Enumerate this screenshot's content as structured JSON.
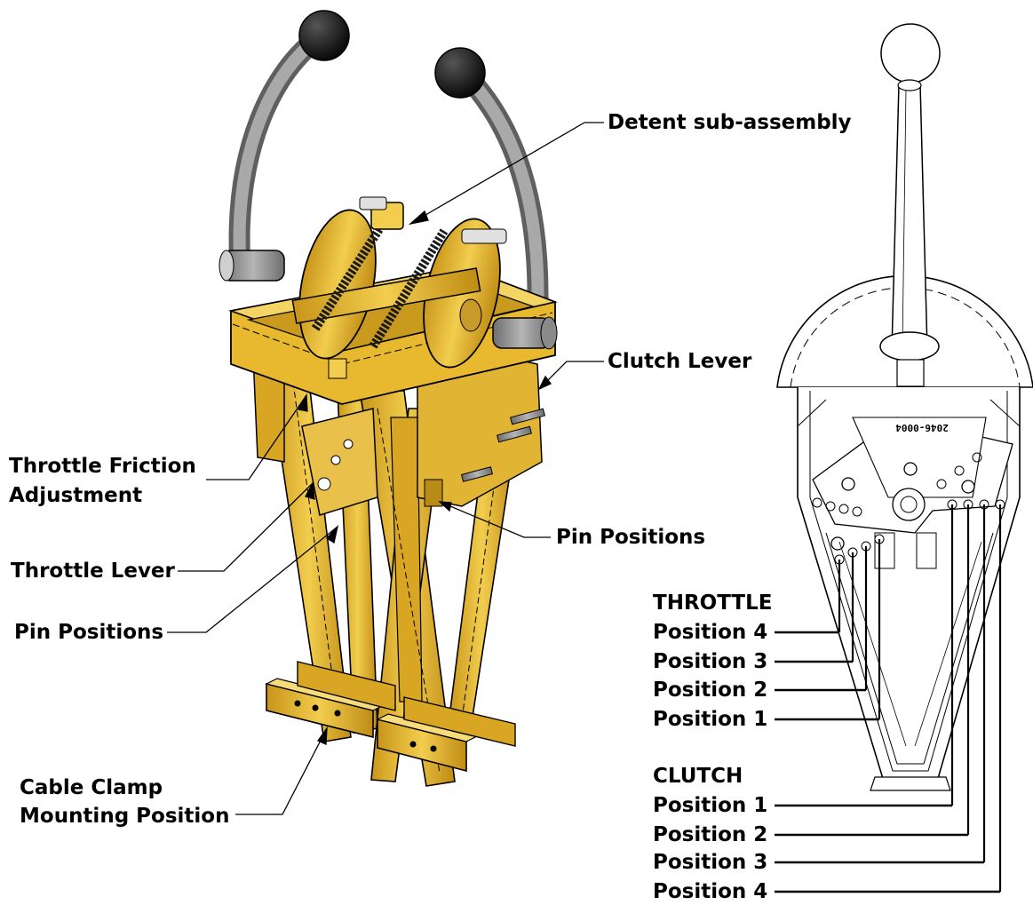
{
  "left_labels": {
    "detent": "Detent sub-assembly",
    "clutch_lever": "Clutch Lever",
    "throttle_friction_1": "Throttle Friction",
    "throttle_friction_2": "Adjustment",
    "pin_positions_right": "Pin Positions",
    "throttle_lever": "Throttle Lever",
    "pin_positions_left": "Pin Positions",
    "cable_clamp_1": "Cable Clamp",
    "cable_clamp_2": "Mounting Position"
  },
  "right_labels": {
    "throttle_heading": "THROTTLE",
    "throttle_positions": [
      "Position 4",
      "Position 3",
      "Position 2",
      "Position 1"
    ],
    "clutch_heading": "CLUTCH",
    "clutch_positions": [
      "Position 1",
      "Position 2",
      "Position 3",
      "Position 4"
    ],
    "part_number": "2046-0004"
  },
  "colors": {
    "body": "#e8b92e",
    "body_dark": "#b88a16",
    "body_light": "#f7dc7a",
    "lever_arm": "#8d8d8d",
    "knob": "#1a1a1a",
    "line": "#000000"
  }
}
